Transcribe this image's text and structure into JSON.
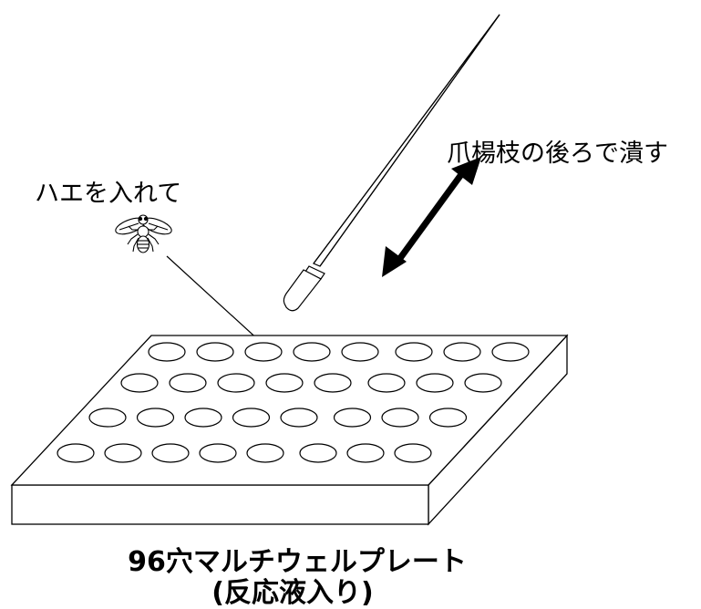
{
  "labels": {
    "fly_instruction": "ハエを入れて",
    "crush_instruction": "爪楊枝の後ろで潰す",
    "plate_name": "96穴マルチウェルプレート",
    "plate_note": "(反応液入り)"
  },
  "plate": {
    "visible_rows": 4,
    "visible_cols": 8
  },
  "icons": {
    "fly": "fly-icon",
    "toothpick": "toothpick-icon",
    "double_arrow": "double-arrow-icon"
  },
  "colors": {
    "stroke": "#000000",
    "fill": "#ffffff"
  }
}
